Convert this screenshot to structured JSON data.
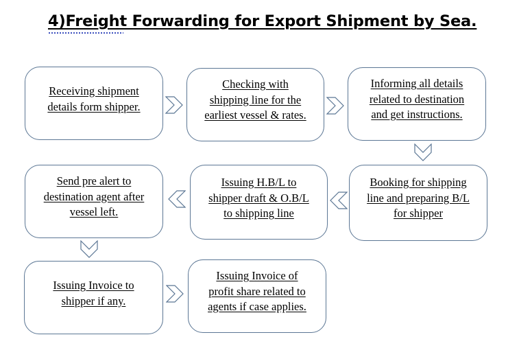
{
  "title": "4)Freight Forwarding for Export Shipment by Sea.",
  "colors": {
    "box_border": "#5b7694",
    "arrow": "#5b7694",
    "text": "#000000"
  },
  "steps": [
    {
      "id": 1,
      "text": "Receiving shipment\ndetails form shipper."
    },
    {
      "id": 2,
      "text": "Checking with\nshipping line for the\nearliest vessel & rates."
    },
    {
      "id": 3,
      "text": "Informing all details\nrelated to destination\nand get instructions."
    },
    {
      "id": 4,
      "text": "Booking for shipping\nline and preparing B/L\nfor shipper"
    },
    {
      "id": 5,
      "text": "Issuing H.B/L to\nshipper draft & O.B/L\nto shipping line"
    },
    {
      "id": 6,
      "text": "Send pre alert to\ndestination agent after\nvessel left."
    },
    {
      "id": 7,
      "text": "Issuing Invoice to\nshipper if any."
    },
    {
      "id": 8,
      "text": "Issuing Invoice of\nprofit share related to\nagents if case applies."
    }
  ],
  "arrows": [
    {
      "from": 1,
      "to": 2,
      "direction": "right"
    },
    {
      "from": 2,
      "to": 3,
      "direction": "right"
    },
    {
      "from": 3,
      "to": 4,
      "direction": "down"
    },
    {
      "from": 4,
      "to": 5,
      "direction": "left"
    },
    {
      "from": 5,
      "to": 6,
      "direction": "left"
    },
    {
      "from": 6,
      "to": 7,
      "direction": "down"
    },
    {
      "from": 7,
      "to": 8,
      "direction": "right"
    }
  ]
}
